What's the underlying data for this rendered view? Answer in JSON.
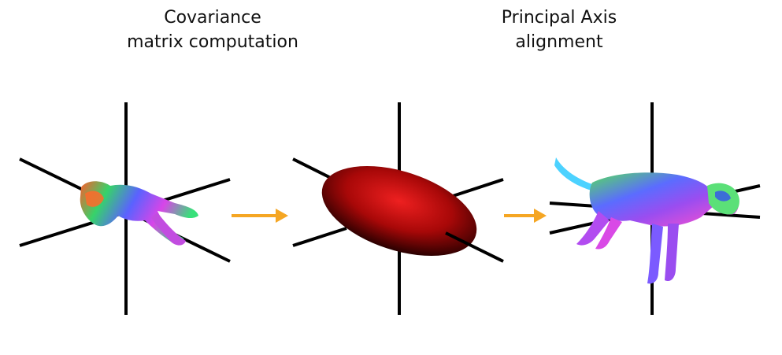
{
  "captions": {
    "covariance": {
      "line1": "Covariance",
      "line2": "matrix computation"
    },
    "principal_axis": {
      "line1": "Principal Axis",
      "line2": "alignment"
    }
  },
  "colors": {
    "axis": "#000000",
    "arrow": "#f5a623",
    "ellipsoid_center": "#ee2020",
    "ellipsoid_edge": "#2a0000"
  },
  "panels": [
    {
      "name": "input-dog-mesh",
      "content": "dog mesh with normal-map coloring, arbitrary orientation"
    },
    {
      "name": "covariance-ellipsoid",
      "content": "red ellipsoid fitted to mesh"
    },
    {
      "name": "aligned-dog-mesh",
      "content": "dog mesh aligned to principal axes"
    }
  ]
}
